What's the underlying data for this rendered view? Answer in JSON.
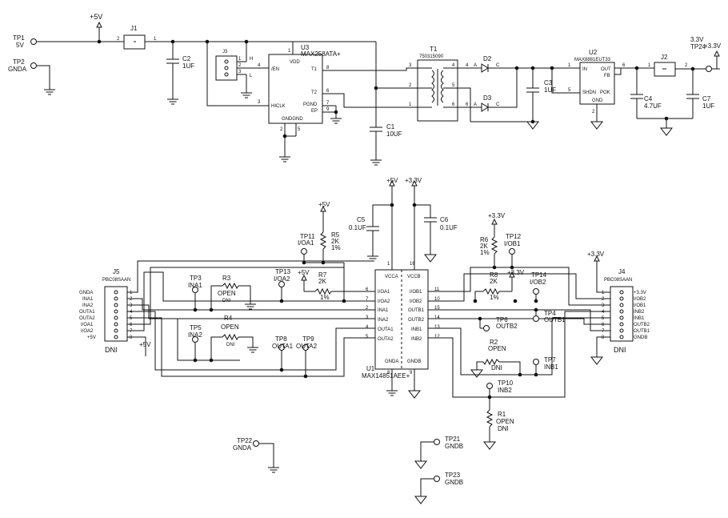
{
  "top": {
    "tp1": {
      "name": "TP1",
      "label": "5V"
    },
    "tp2": {
      "name": "TP2",
      "label": "GNDA"
    },
    "rail_5v": "+5V",
    "j1": "J1",
    "j3": "J3",
    "j3_labels": {
      "h": "H",
      "l": "L"
    },
    "c2": {
      "ref": "C2",
      "val": "1UF"
    },
    "u3": {
      "ref": "U3",
      "part": "MAX258ATA+",
      "pins": {
        "vdd": "VDD",
        "en": "/EN",
        "hiclk": "HICLK",
        "t1": "T1",
        "t2": "T2",
        "pgnd": "PGND",
        "ep": "EP",
        "gnd": "GNDGND"
      }
    },
    "c1": {
      "ref": "C1",
      "val": "10UF"
    },
    "t1": {
      "ref": "T1",
      "part": "750315090"
    },
    "d2": "D2",
    "d3": "D3",
    "c3": {
      "ref": "C3",
      "val": "1UF"
    },
    "u2": {
      "ref": "U2",
      "part": "MAX8881EUT33",
      "pins": {
        "in": "IN",
        "out": "OUT",
        "fb": "FB",
        "shdn": "SHDN",
        "pok": "POK",
        "gnd": "GND"
      }
    },
    "c4": {
      "ref": "C4",
      "val": "4.7UF"
    },
    "j2": "J2",
    "c7": {
      "ref": "C7",
      "val": "1UF"
    },
    "tp24": {
      "name": "TP24",
      "label": "3.3V",
      "rail": "+3.3V"
    }
  },
  "bottom": {
    "rail_5v": "+5V",
    "rail_33v": "+3.3V",
    "c5": {
      "ref": "C5",
      "val": "0.1UF"
    },
    "c6": {
      "ref": "C6",
      "val": "0.1UF"
    },
    "r5": {
      "ref": "R5",
      "val": "2K",
      "tol": "1%"
    },
    "r6": {
      "ref": "R6",
      "val": "2K",
      "tol": "1%"
    },
    "r7": {
      "ref": "R7",
      "val": "2K",
      "tol": "1%"
    },
    "r8": {
      "ref": "R8",
      "val": "2K",
      "tol": "1%"
    },
    "r3": {
      "ref": "R3",
      "val": "OPEN",
      "dni": "DNI"
    },
    "r4": {
      "ref": "R4",
      "val": "OPEN",
      "dni": "DNI"
    },
    "r2": {
      "ref": "R2",
      "val": "OPEN",
      "dni": "DNI"
    },
    "r1": {
      "ref": "R1",
      "val": "OPEN",
      "dni": "DNI"
    },
    "u1": {
      "ref": "U1",
      "part": "MAX14851AEE+",
      "left_pins": [
        {
          "n": "6",
          "name": "I/OA1"
        },
        {
          "n": "7",
          "name": "I/OA2"
        },
        {
          "n": "2",
          "name": "INA1"
        },
        {
          "n": "3",
          "name": "INA2"
        },
        {
          "n": "4",
          "name": "OUTA1"
        },
        {
          "n": "5",
          "name": "OUTA2"
        }
      ],
      "right_pins": [
        {
          "n": "11",
          "name": "I/OB1"
        },
        {
          "n": "10",
          "name": "I/OB2"
        },
        {
          "n": "15",
          "name": "OUTB1"
        },
        {
          "n": "14",
          "name": "OUTB2"
        },
        {
          "n": "13",
          "name": "INB1"
        },
        {
          "n": "12",
          "name": "INB2"
        }
      ],
      "vcca": "VCCA",
      "vccb": "VCCB",
      "gnda": "GNDA",
      "gndb": "GNDB",
      "pin_vcca": "1",
      "pin_vccb": "16",
      "pin_gnda": "8",
      "pin_gndb": "9"
    },
    "j5": {
      "ref": "J5",
      "part": "PBC08SAAN",
      "dni": "DNI",
      "labels": [
        "GNDA",
        "INA1",
        "INA2",
        "OUTA1",
        "OUTA2",
        "I/OA1",
        "I/OA2",
        "+5V"
      ],
      "pins": [
        "1",
        "2",
        "3",
        "4",
        "5",
        "6",
        "7",
        "8"
      ]
    },
    "j4": {
      "ref": "J4",
      "part": "PBC08SAAN",
      "dni": "DNI",
      "labels": [
        "+3.3V",
        "I/OB2",
        "I/OB1",
        "INB2",
        "INB1",
        "OUTB2",
        "OUTB1",
        "GNDB"
      ],
      "pins": [
        "1",
        "2",
        "3",
        "4",
        "5",
        "6",
        "7",
        "8"
      ]
    },
    "tps": {
      "tp3": {
        "name": "TP3",
        "label": "INA1"
      },
      "tp5": {
        "name": "TP5",
        "label": "INA2"
      },
      "tp8": {
        "name": "TP8",
        "label": "OUTA1"
      },
      "tp9": {
        "name": "TP9",
        "label": "OUTA2"
      },
      "tp11": {
        "name": "TP11",
        "label": "I/OA1"
      },
      "tp13": {
        "name": "TP13",
        "label": "I/OA2"
      },
      "tp12": {
        "name": "TP12",
        "label": "I/OB1"
      },
      "tp14": {
        "name": "TP14",
        "label": "I/OB2"
      },
      "tp4": {
        "name": "TP4",
        "label": "OUTB1"
      },
      "tp6": {
        "name": "TP6",
        "label": "OUTB2"
      },
      "tp7": {
        "name": "TP7",
        "label": "INB1"
      },
      "tp10": {
        "name": "TP10",
        "label": "INB2"
      },
      "tp22": {
        "name": "TP22",
        "label": "GNDA"
      },
      "tp21": {
        "name": "TP21",
        "label": "GNDB"
      },
      "tp23": {
        "name": "TP23",
        "label": "GNDB"
      }
    }
  }
}
